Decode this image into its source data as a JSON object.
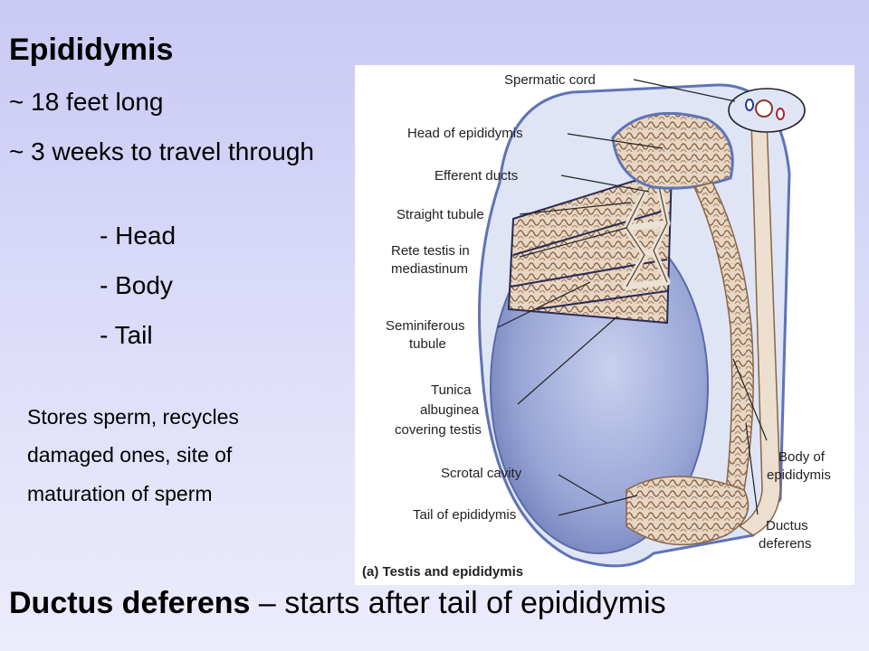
{
  "slide": {
    "title": "Epididymis",
    "facts": [
      "~ 18 feet long",
      "~ 3 weeks to travel through"
    ],
    "parts": [
      "- Head",
      "- Body",
      "- Tail"
    ],
    "note_lines": [
      "Stores sperm, recycles",
      "damaged ones, site of",
      "maturation of sperm"
    ],
    "bottom_bold": "Ductus deferens",
    "bottom_rest": " – starts after tail of epididymis"
  },
  "figure": {
    "labels": {
      "spermatic_cord": "Spermatic cord",
      "head_of_epididymis": "Head of epididymis",
      "efferent_ducts": "Efferent ducts",
      "straight_tubule": "Straight tubule",
      "rete_testis_1": "Rete testis in",
      "rete_testis_2": "mediastinum",
      "seminiferous_1": "Seminiferous",
      "seminiferous_2": "tubule",
      "tunica_1": "Tunica",
      "tunica_2": "albuginea",
      "tunica_3": "covering testis",
      "scrotal_cavity": "Scrotal cavity",
      "tail_of_epididymis": "Tail of epididymis",
      "body_1": "Body of",
      "body_2": "epididymis",
      "ductus_1": "Ductus",
      "ductus_2": "deferens"
    },
    "caption_prefix": "(a)",
    "caption_text": "Testis and epididymis"
  },
  "colors": {
    "background_top": "#c9c9f4",
    "testis_fill": "#a7b2dc",
    "epididymis": "#c8a486",
    "duct": "#e9dccb"
  }
}
